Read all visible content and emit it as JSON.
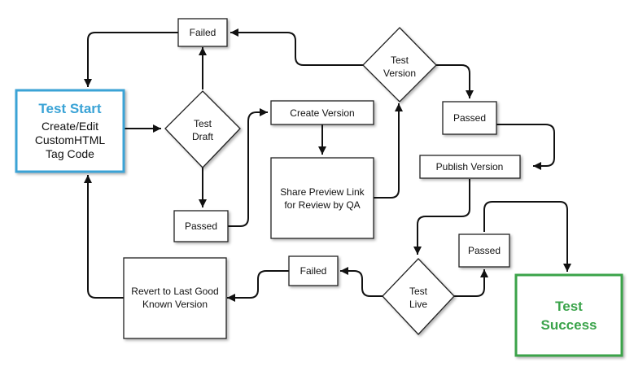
{
  "colors": {
    "start_border": "#3aa3d6",
    "success_border": "#3aa34a"
  },
  "nodes": {
    "start_title": "Test Start",
    "start_line1": "Create/Edit",
    "start_line2": "CustomHTML",
    "start_line3": "Tag Code",
    "test_draft_line1": "Test",
    "test_draft_line2": "Draft",
    "failed_top": "Failed",
    "passed_draft": "Passed",
    "create_version": "Create Version",
    "share_line1": "Share Preview Link",
    "share_line2": "for Review by QA",
    "test_version_line1": "Test",
    "test_version_line2": "Version",
    "passed_version": "Passed",
    "publish_version": "Publish Version",
    "test_live_line1": "Test",
    "test_live_line2": "Live",
    "failed_live": "Failed",
    "passed_live": "Passed",
    "revert_line1": "Revert to Last Good",
    "revert_line2": "Known Version",
    "success_line1": "Test",
    "success_line2": "Success"
  }
}
